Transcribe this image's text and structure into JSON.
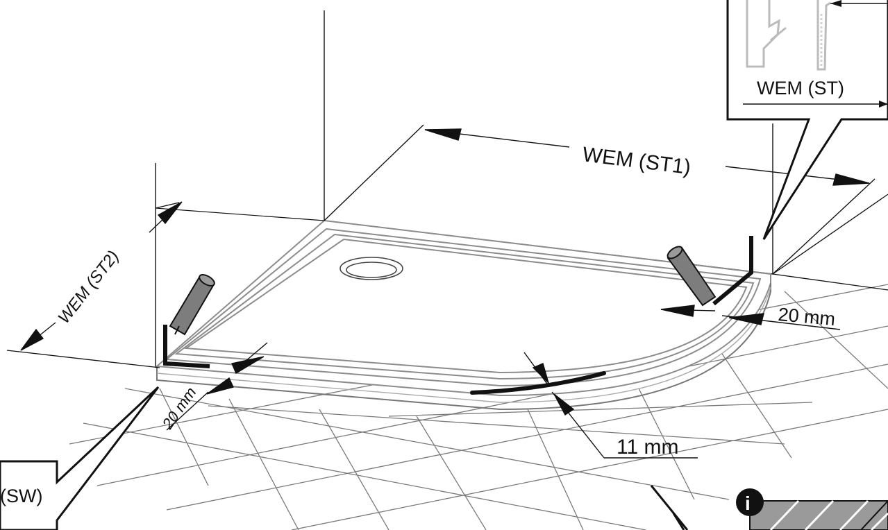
{
  "labels": {
    "wem_st1": "WEM  (ST1)",
    "wem_st2": "WEM  (ST2)",
    "wem_st": "WEM (ST)",
    "sw": "(SW)",
    "gap_right": "20 mm",
    "gap_left": "20 mm",
    "gap_curve": "11 mm",
    "info": "i"
  },
  "colors": {
    "line": "#111111",
    "grid": "#7a7a7a",
    "tray": "#8c8c8c",
    "seal": "#111111",
    "bracket": "#111111",
    "dowel_fill": "#7d7d7d",
    "hatch_fill": "#9a9a9a"
  }
}
